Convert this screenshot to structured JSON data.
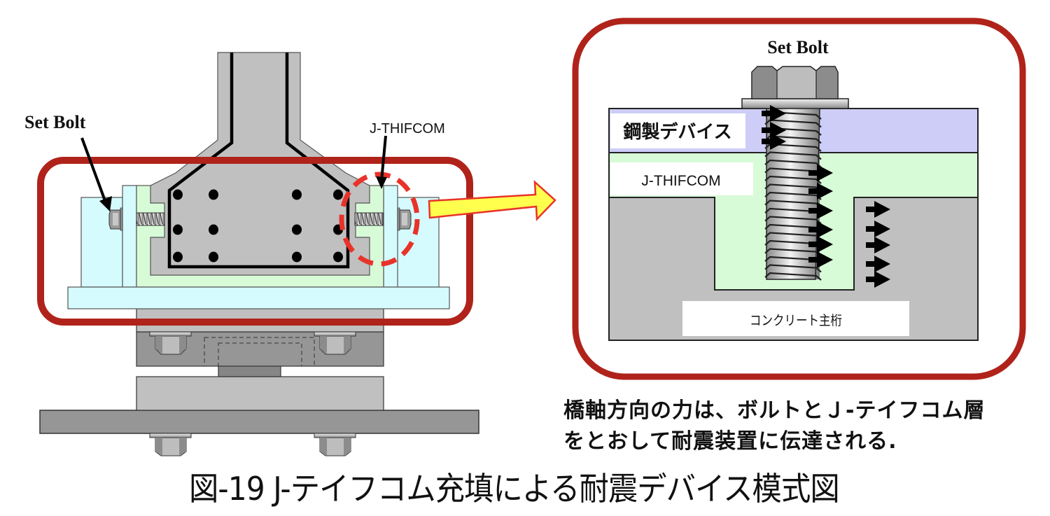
{
  "left_diagram": {
    "set_bolt_label": "Set Bolt",
    "filler_label": "J-THIFCOM"
  },
  "detail_diagram": {
    "set_bolt_label": "Set Bolt",
    "steel_device_label": "鋼製デバイス",
    "filler_label": "J-THIFCOM",
    "concrete_girder_label": "コンクリート主桁"
  },
  "description": {
    "line1": "橋軸方向の力は、ボルトとＪ-テイフコム層",
    "line2": "をとおして耐震装置に伝達される."
  },
  "figure_caption": "図-19 J-テイフコム充填による耐震デバイス模式図",
  "colors": {
    "highlight_frame": "#b0231a",
    "dashed_circle": "#e8332a",
    "callout_arrow_fill": "#ffff4d",
    "callout_arrow_stroke": "#e8332a",
    "steel_device": "#cdcdf7",
    "filler": "#d7fbd7",
    "concrete": "#c0c0c0",
    "steel_plate": "#d5fbfe",
    "bearing_dark": "#969696"
  }
}
